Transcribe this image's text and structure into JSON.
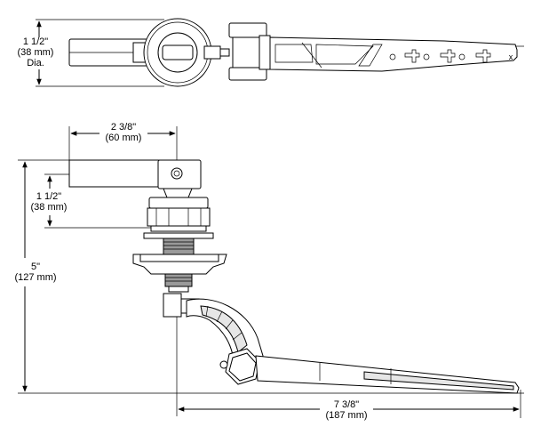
{
  "dimensions": {
    "top_diameter": {
      "line1": "1 1/2\"",
      "line2": "(38 mm)",
      "line3": "Dia."
    },
    "handle_length": {
      "line1": "2 3/8\"",
      "line2": "(60 mm)"
    },
    "handle_to_nut": {
      "line1": "1 1/2\"",
      "line2": "(38 mm)"
    },
    "overall_height": {
      "line1": "5\"",
      "line2": "(127 mm)"
    },
    "arm_length": {
      "line1": "7 3/8\"",
      "line2": "(187 mm)"
    }
  },
  "arm_marker": "x"
}
